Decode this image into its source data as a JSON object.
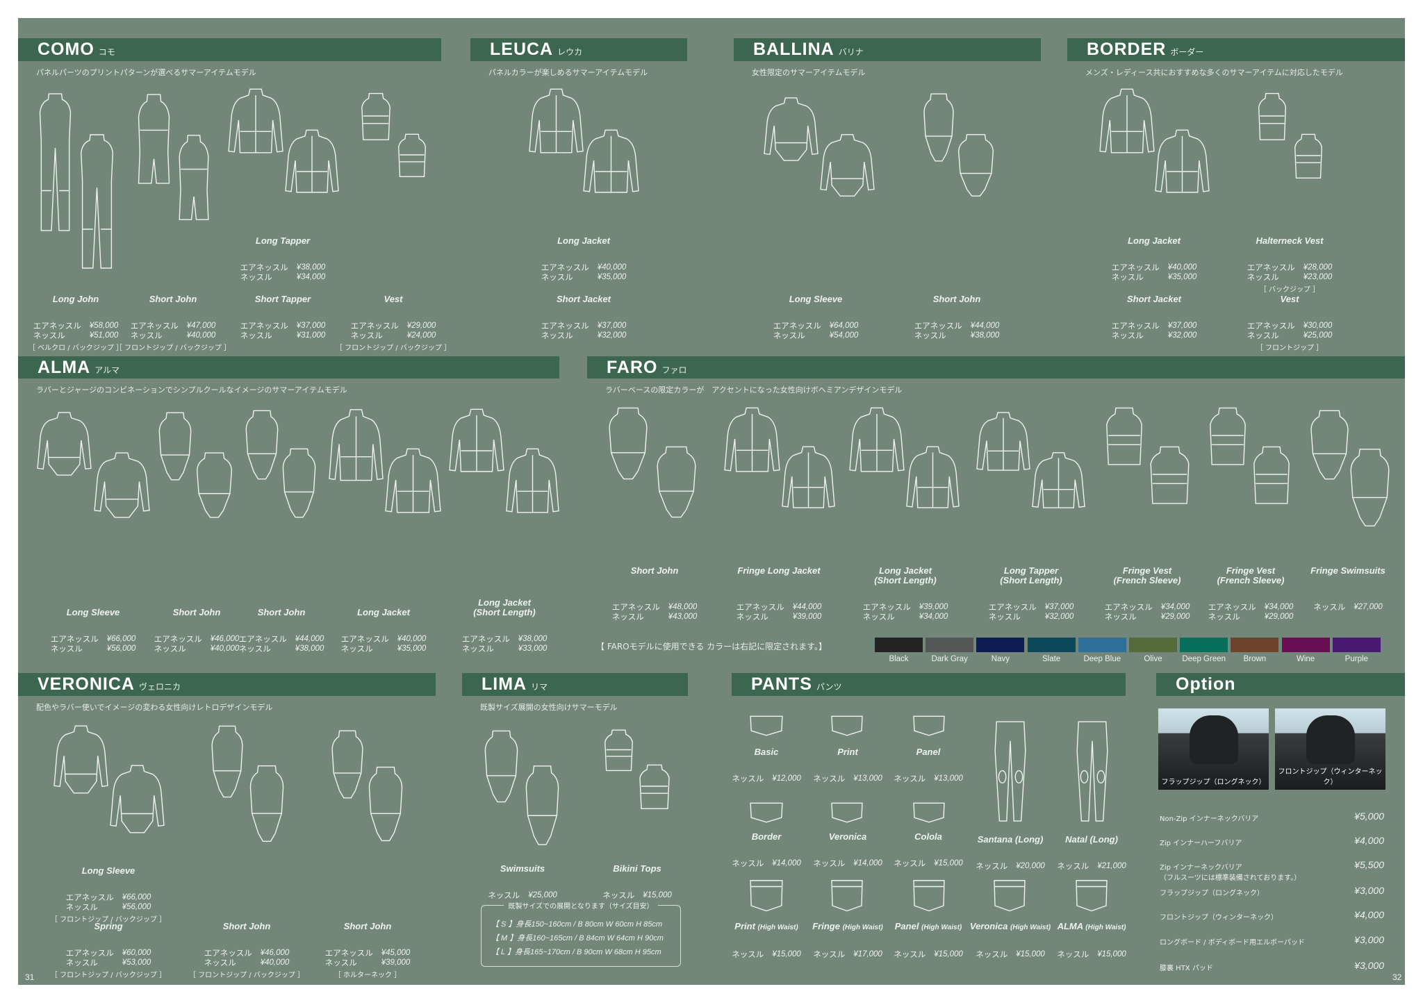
{
  "price_labels": {
    "air": "エアネッスル",
    "std": "ネッスル"
  },
  "sections": [
    {
      "title": "COMO",
      "kana": "コモ",
      "desc": "パネルパーツのプリントパターンが選べるサマーアイテムモデル",
      "items": [
        {
          "name": "Long Tapper",
          "air": "¥38,000",
          "std": "¥34,000"
        },
        {
          "name": "Long John",
          "air": "¥58,000",
          "std": "¥51,000",
          "note": "［ ベルクロ / バックジップ ］"
        },
        {
          "name": "Short John",
          "air": "¥47,000",
          "std": "¥40,000",
          "note": "［ フロントジップ / バックジップ ］"
        },
        {
          "name": "Short Tapper",
          "air": "¥37,000",
          "std": "¥31,000"
        },
        {
          "name": "Vest",
          "air": "¥29,000",
          "std": "¥24,000",
          "note": "［ フロントジップ / バックジップ ］"
        }
      ]
    },
    {
      "title": "LEUCA",
      "kana": "レウカ",
      "desc": "パネルカラーが楽しめるサマーアイテムモデル",
      "items": [
        {
          "name": "Long Jacket",
          "air": "¥40,000",
          "std": "¥35,000"
        },
        {
          "name": "Short Jacket",
          "air": "¥37,000",
          "std": "¥32,000"
        }
      ]
    },
    {
      "title": "BALLINA",
      "kana": "バリナ",
      "desc": "女性限定のサマーアイテムモデル",
      "items": [
        {
          "name": "Long Sleeve",
          "air": "¥64,000",
          "std": "¥54,000"
        },
        {
          "name": "Short John",
          "air": "¥44,000",
          "std": "¥38,000"
        }
      ]
    },
    {
      "title": "BORDER",
      "kana": "ボーダー",
      "desc": "メンズ・レディース共におすすめな多くのサマーアイテムに対応したモデル",
      "items": [
        {
          "name": "Long Jacket",
          "air": "¥40,000",
          "std": "¥35,000"
        },
        {
          "name": "Halterneck Vest",
          "air": "¥28,000",
          "std": "¥23,000",
          "note": "［ バックジップ ］"
        },
        {
          "name": "Short Jacket",
          "air": "¥37,000",
          "std": "¥32,000"
        },
        {
          "name": "Vest",
          "air": "¥30,000",
          "std": "¥25,000",
          "note": "［ フロントジップ ］"
        }
      ]
    },
    {
      "title": "ALMA",
      "kana": "アルマ",
      "desc": "ラバーとジャージのコンビネーションでシンプルクールなイメージのサマーアイテムモデル",
      "items": [
        {
          "name": "Long Sleeve",
          "air": "¥66,000",
          "std": "¥56,000"
        },
        {
          "name": "Short John",
          "air": "¥46,000",
          "std": "¥40,000"
        },
        {
          "name": "Short John",
          "air": "¥44,000",
          "std": "¥38,000"
        },
        {
          "name": "Long Jacket",
          "air": "¥40,000",
          "std": "¥35,000"
        },
        {
          "name": "Long Jacket\n(Short Length)",
          "air": "¥38,000",
          "std": "¥33,000"
        }
      ]
    },
    {
      "title": "FARO",
      "kana": "ファロ",
      "desc": "ラバーベースの限定カラーが　アクセントになった女性向けボヘミアンデザインモデル",
      "items": [
        {
          "name": "Short John",
          "air": "¥48,000",
          "std": "¥43,000"
        },
        {
          "name": "Fringe Long Jacket",
          "air": "¥44,000",
          "std": "¥39,000"
        },
        {
          "name": "Long Jacket\n(Short Length)",
          "air": "¥39,000",
          "std": "¥34,000"
        },
        {
          "name": "Long Tapper\n(Short Length)",
          "air": "¥37,000",
          "std": "¥32,000"
        },
        {
          "name": "Fringe Vest\n(French Sleeve)",
          "air": "¥34,000",
          "std": "¥29,000"
        },
        {
          "name": "Fringe Vest\n(French Sleeve)",
          "air": "¥34,000",
          "std": "¥29,000"
        },
        {
          "name": "Fringe Swimsuits",
          "std": "¥27,000"
        }
      ],
      "color_note": "【 FAROモデルに使用できる カラーは右記に限定されます。】",
      "colors": [
        {
          "name": "Black",
          "hex": "#232323"
        },
        {
          "name": "Dark Gray",
          "hex": "#555757"
        },
        {
          "name": "Navy",
          "hex": "#0d1c52"
        },
        {
          "name": "Slate",
          "hex": "#0c4a5a"
        },
        {
          "name": "Deep Blue",
          "hex": "#2e6f98"
        },
        {
          "name": "Olive",
          "hex": "#566b3c"
        },
        {
          "name": "Deep Green",
          "hex": "#08705a"
        },
        {
          "name": "Brown",
          "hex": "#6e432b"
        },
        {
          "name": "Wine",
          "hex": "#6a0f53"
        },
        {
          "name": "Purple",
          "hex": "#4a1a73"
        }
      ]
    },
    {
      "title": "VERONICA",
      "kana": "ヴェロニカ",
      "desc": "配色やラバー使いでイメージの変わる女性向けレトロデザインモデル",
      "items": [
        {
          "name": "Long Sleeve",
          "air": "¥66,000",
          "std": "¥56,000",
          "note": "［ フロントジップ / バックジップ ］"
        },
        {
          "name": "Spring",
          "air": "¥60,000",
          "std": "¥53,000",
          "note": "［ フロントジップ / バックジップ ］"
        },
        {
          "name": "Short John",
          "air": "¥46,000",
          "std": "¥40,000",
          "note": "［ フロントジップ / バックジップ ］"
        },
        {
          "name": "Short John",
          "air": "¥45,000",
          "std": "¥39,000",
          "note": "［ ホルターネック ］"
        }
      ]
    },
    {
      "title": "LIMA",
      "kana": "リマ",
      "desc": "既製サイズ展開の女性向けサマーモデル",
      "items": [
        {
          "name": "Swimsuits",
          "std": "¥25,000"
        },
        {
          "name": "Bikini Tops",
          "std": "¥15,000"
        }
      ],
      "size_title": "既製サイズでの展開となります（サイズ目安）",
      "sizes": [
        "【 S 】身長150~160cm / B 80cm W 60cm H 85cm",
        "【 M 】身長160~165cm / B 84cm W 64cm H 90cm",
        "【 L 】身長165~170cm / B 90cm W 68cm H 95cm"
      ]
    },
    {
      "title": "PANTS",
      "kana": "パンツ",
      "desc": "",
      "items": [
        {
          "name": "Basic",
          "std": "¥12,000"
        },
        {
          "name": "Print",
          "std": "¥13,000"
        },
        {
          "name": "Panel",
          "std": "¥13,000"
        },
        {
          "name": "Border",
          "std": "¥14,000"
        },
        {
          "name": "Veronica",
          "std": "¥14,000"
        },
        {
          "name": "Colola",
          "std": "¥15,000"
        },
        {
          "name": "Santana (Long)",
          "std": "¥20,000"
        },
        {
          "name": "Natal (Long)",
          "std": "¥21,000"
        },
        {
          "name": "Print",
          "sub": "(High Waist)",
          "std": "¥15,000"
        },
        {
          "name": "Fringe",
          "sub": "(High Waist)",
          "std": "¥17,000"
        },
        {
          "name": "Panel",
          "sub": "(High Waist)",
          "std": "¥15,000"
        },
        {
          "name": "Veronica",
          "sub": "(High Waist)",
          "std": "¥15,000"
        },
        {
          "name": "ALMA",
          "sub": "(High Waist)",
          "std": "¥15,000"
        }
      ]
    },
    {
      "title": "Option",
      "kana": "",
      "desc": "",
      "photos": [
        "フラップジップ（ロングネック）",
        "フロントジップ（ウィンターネック）"
      ],
      "list": [
        {
          "name": "Non-Zip インナーネックバリア",
          "price": "¥5,000"
        },
        {
          "name": "Zip インナーハーフバリア",
          "price": "¥4,000"
        },
        {
          "name": "Zip インナーネックバリア",
          "note": "（フルスーツには標準装備されております。）",
          "price": "¥5,500"
        },
        {
          "name": "フラップジップ（ロングネック）",
          "price": "¥3,000"
        },
        {
          "name": "フロントジップ（ウィンターネック）",
          "price": "¥4,000"
        },
        {
          "name": "ロングボード / ボディボード用エルボーパッド",
          "price": "¥3,000"
        },
        {
          "name": "膝裏 HTX パッド",
          "price": "¥3,000"
        }
      ]
    }
  ],
  "page_numbers": [
    "31",
    "32"
  ],
  "colors": {
    "panel": "#72877a",
    "header": "#3d6650",
    "line": "#eef2ef"
  }
}
